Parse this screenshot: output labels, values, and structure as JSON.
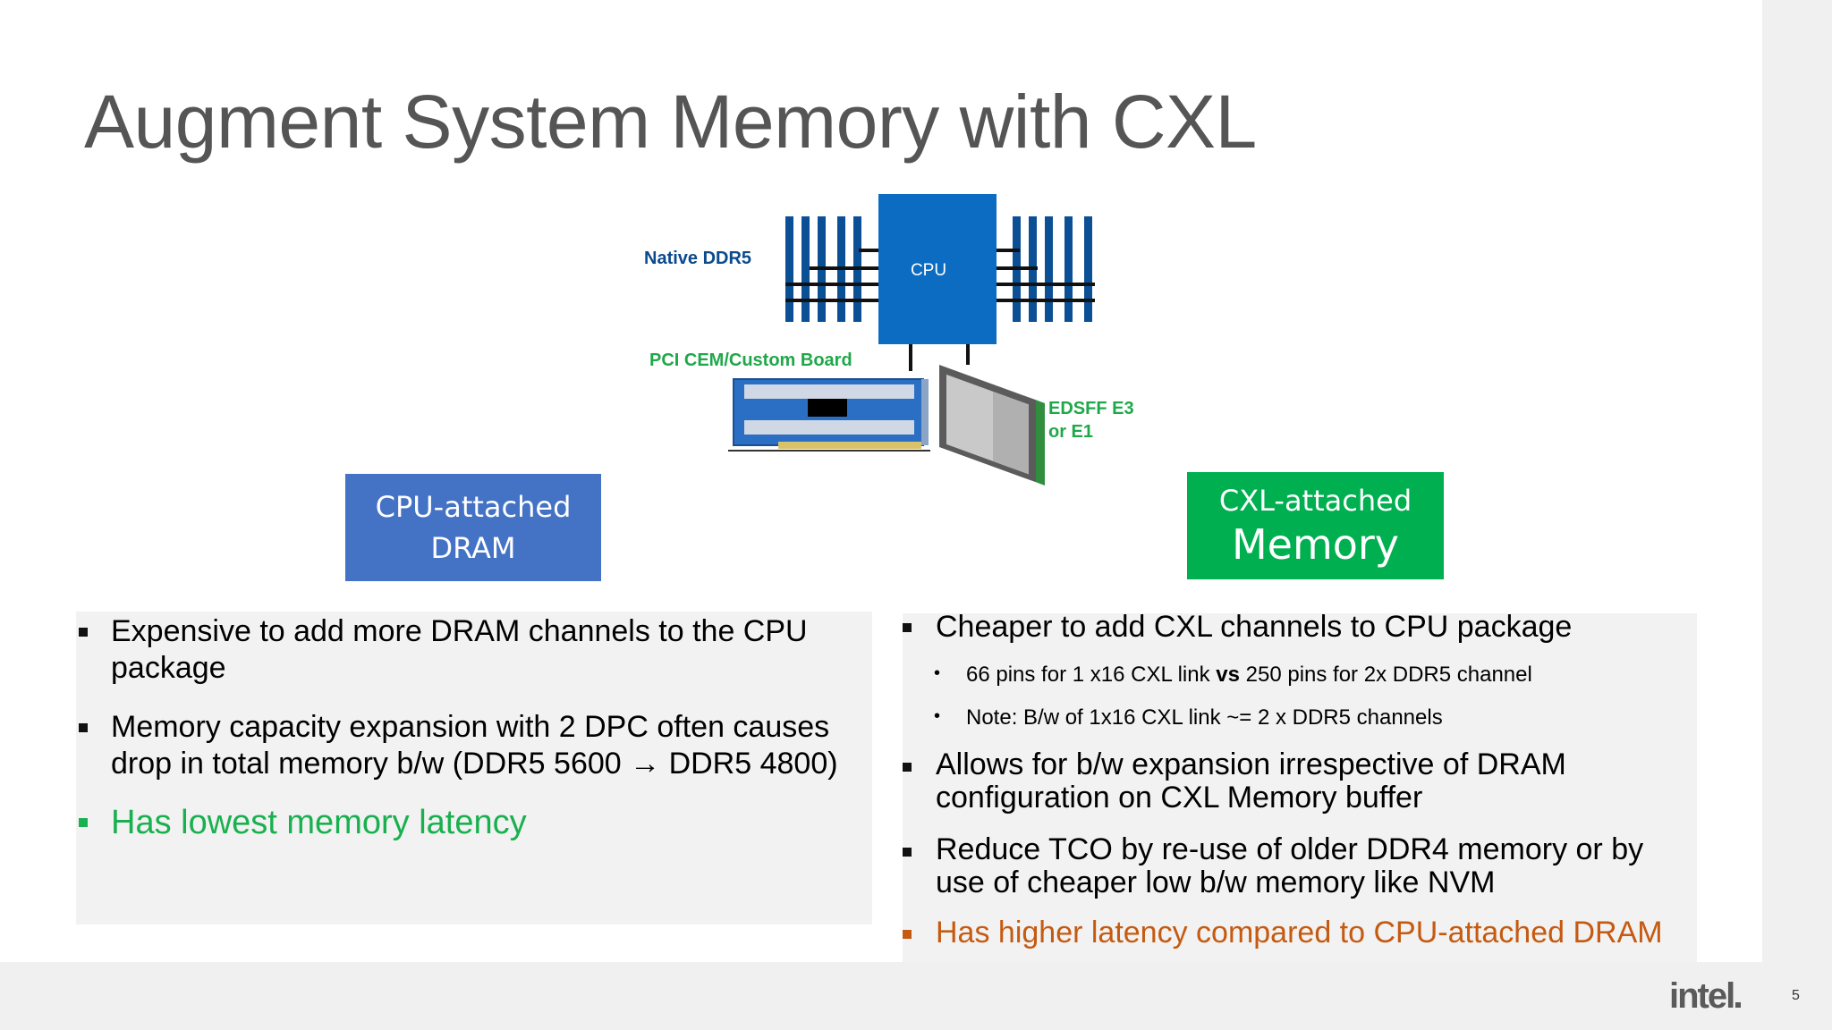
{
  "title": "Augment System Memory with CXL",
  "diagram": {
    "cpu_label": "CPU",
    "native_label": "Native DDR5",
    "pci_label": "PCI CEM/Custom Board",
    "edsff_line1": "EDSFF E3",
    "edsff_line2": "or E1",
    "colors": {
      "cpu": "#0b6cc1",
      "dimm": "#0b4f94",
      "green_text": "#1fa84a"
    }
  },
  "left_callout": {
    "line1": "CPU-attached",
    "line2": "DRAM",
    "color": "#4472c4"
  },
  "right_callout": {
    "line1": "CXL-attached",
    "line2": "Memory",
    "color": "#00b050"
  },
  "left_bullets": [
    {
      "line1": "Expensive to add more DRAM channels to the CPU",
      "line2": "package"
    },
    {
      "line1": "Memory capacity expansion with 2 DPC often causes",
      "line2": "drop in total memory b/w (DDR5 5600 → DDR5 4800)"
    },
    {
      "line1": "Has lowest memory latency"
    }
  ],
  "right_bullets": {
    "b1": "Cheaper to add CXL channels to CPU package",
    "sub1_pre": "66 pins for 1 x16 CXL link ",
    "sub1_bold": "vs",
    "sub1_post": " 250 pins for 2x DDR5 channel",
    "sub2": "Note: B/w of 1x16 CXL link ~= 2 x DDR5 channels",
    "b2_line1": "Allows for b/w expansion irrespective of DRAM",
    "b2_line2": "configuration on CXL Memory buffer",
    "b3_line1": "Reduce TCO by re-use of older DDR4 memory or by",
    "b3_line2": "use of cheaper low b/w memory like NVM",
    "b4": "Has higher latency compared to CPU-attached DRAM"
  },
  "logo": "intel",
  "page_number": "5"
}
